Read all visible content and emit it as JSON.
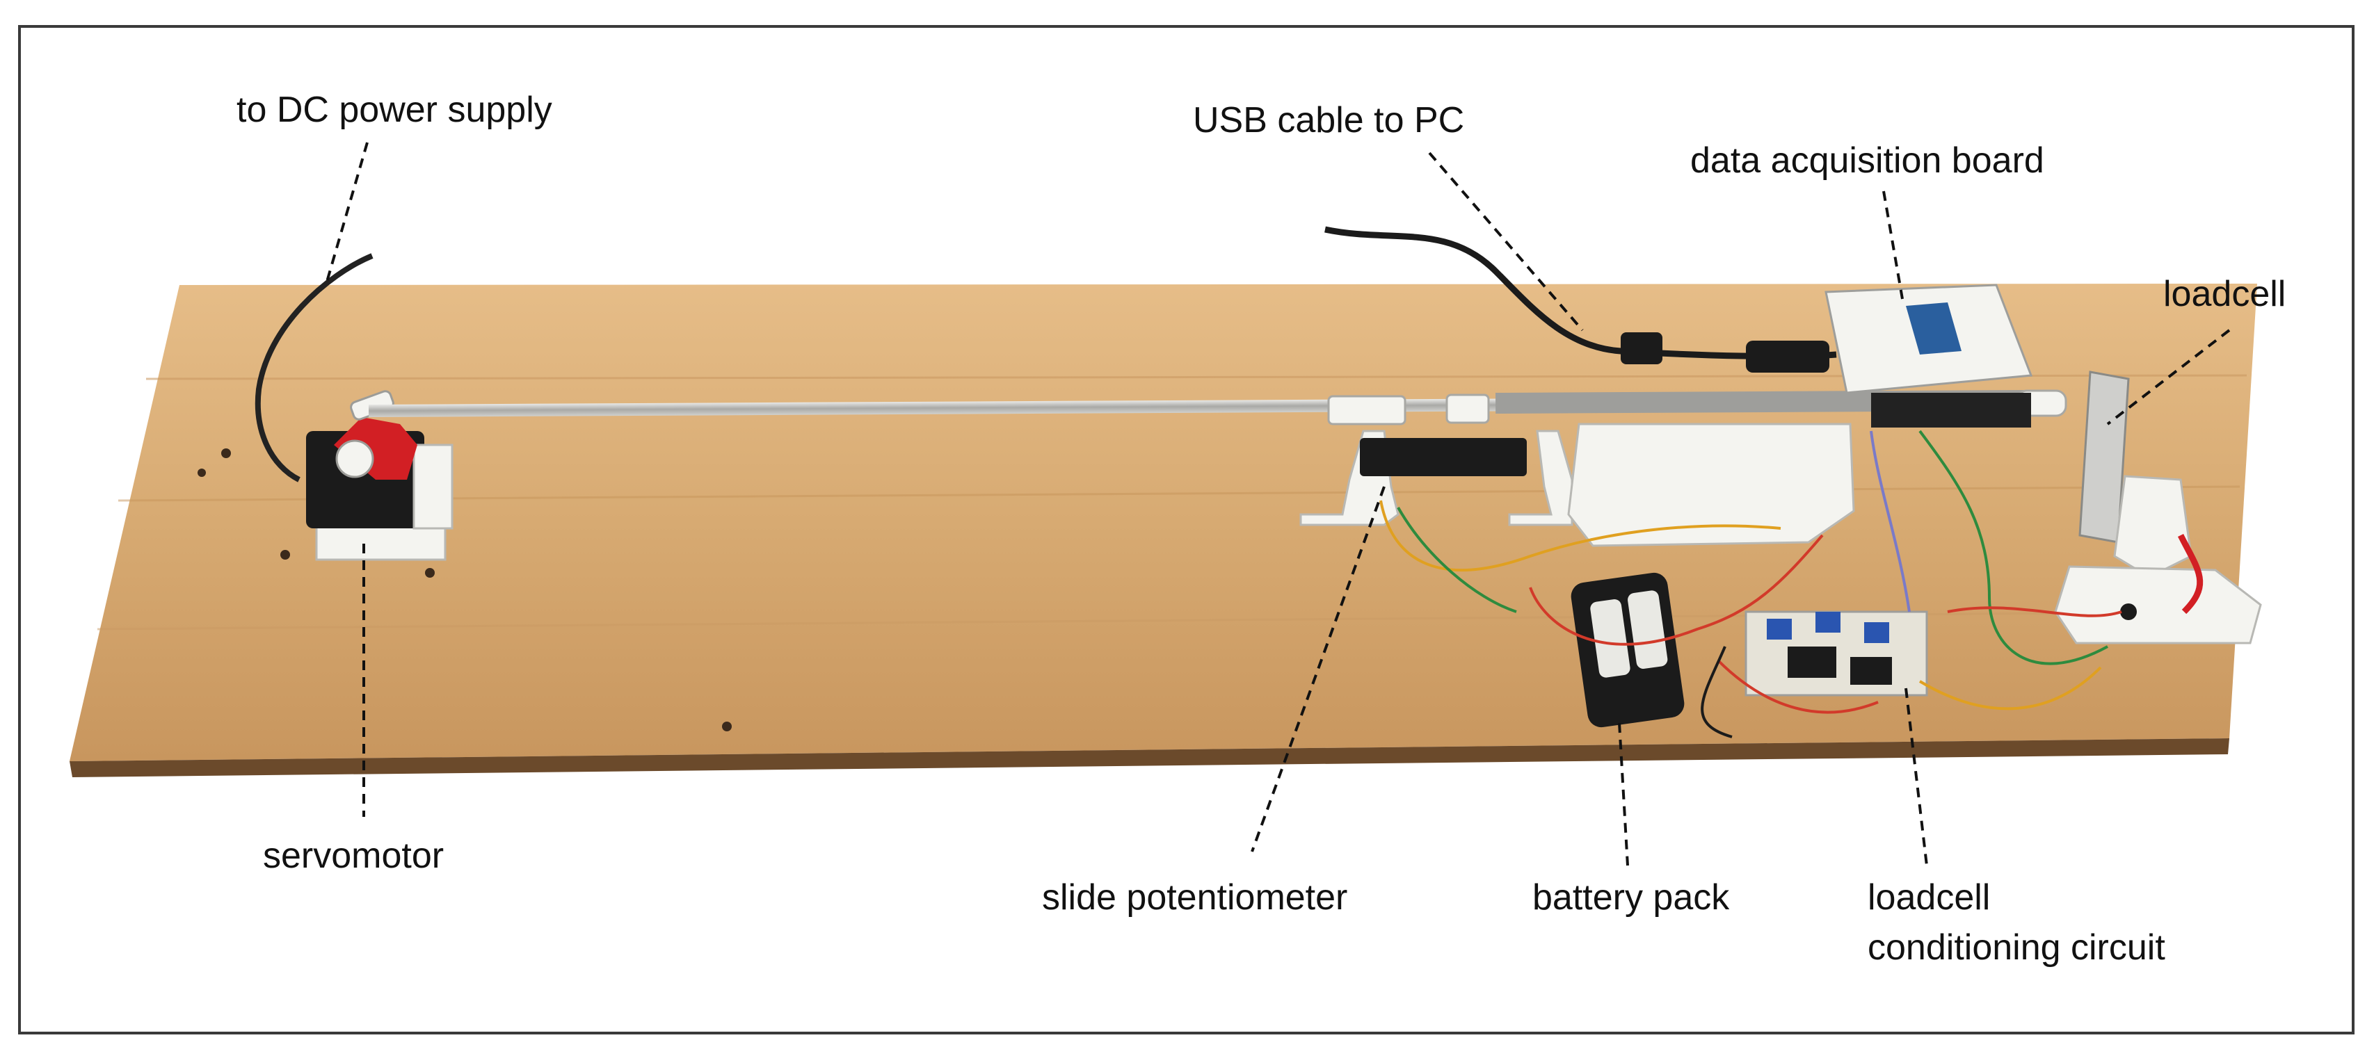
{
  "figure": {
    "labels": {
      "power": "to DC power supply",
      "usb": "USB cable to PC",
      "daq": "data acquisition board",
      "loadcell": "loadcell",
      "servo": "servomotor",
      "pot": "slide potentiometer",
      "battery": "battery pack",
      "circuit_line1": "loadcell",
      "circuit_line2": "conditioning circuit"
    }
  },
  "colors": {
    "board": "#d9ac75",
    "board_edge": "#6b4a2b",
    "servo_red": "#d21f24",
    "servo_black": "#1b1b1b",
    "printed_white": "#f4f4f0",
    "rod": "#bfbfbd"
  }
}
